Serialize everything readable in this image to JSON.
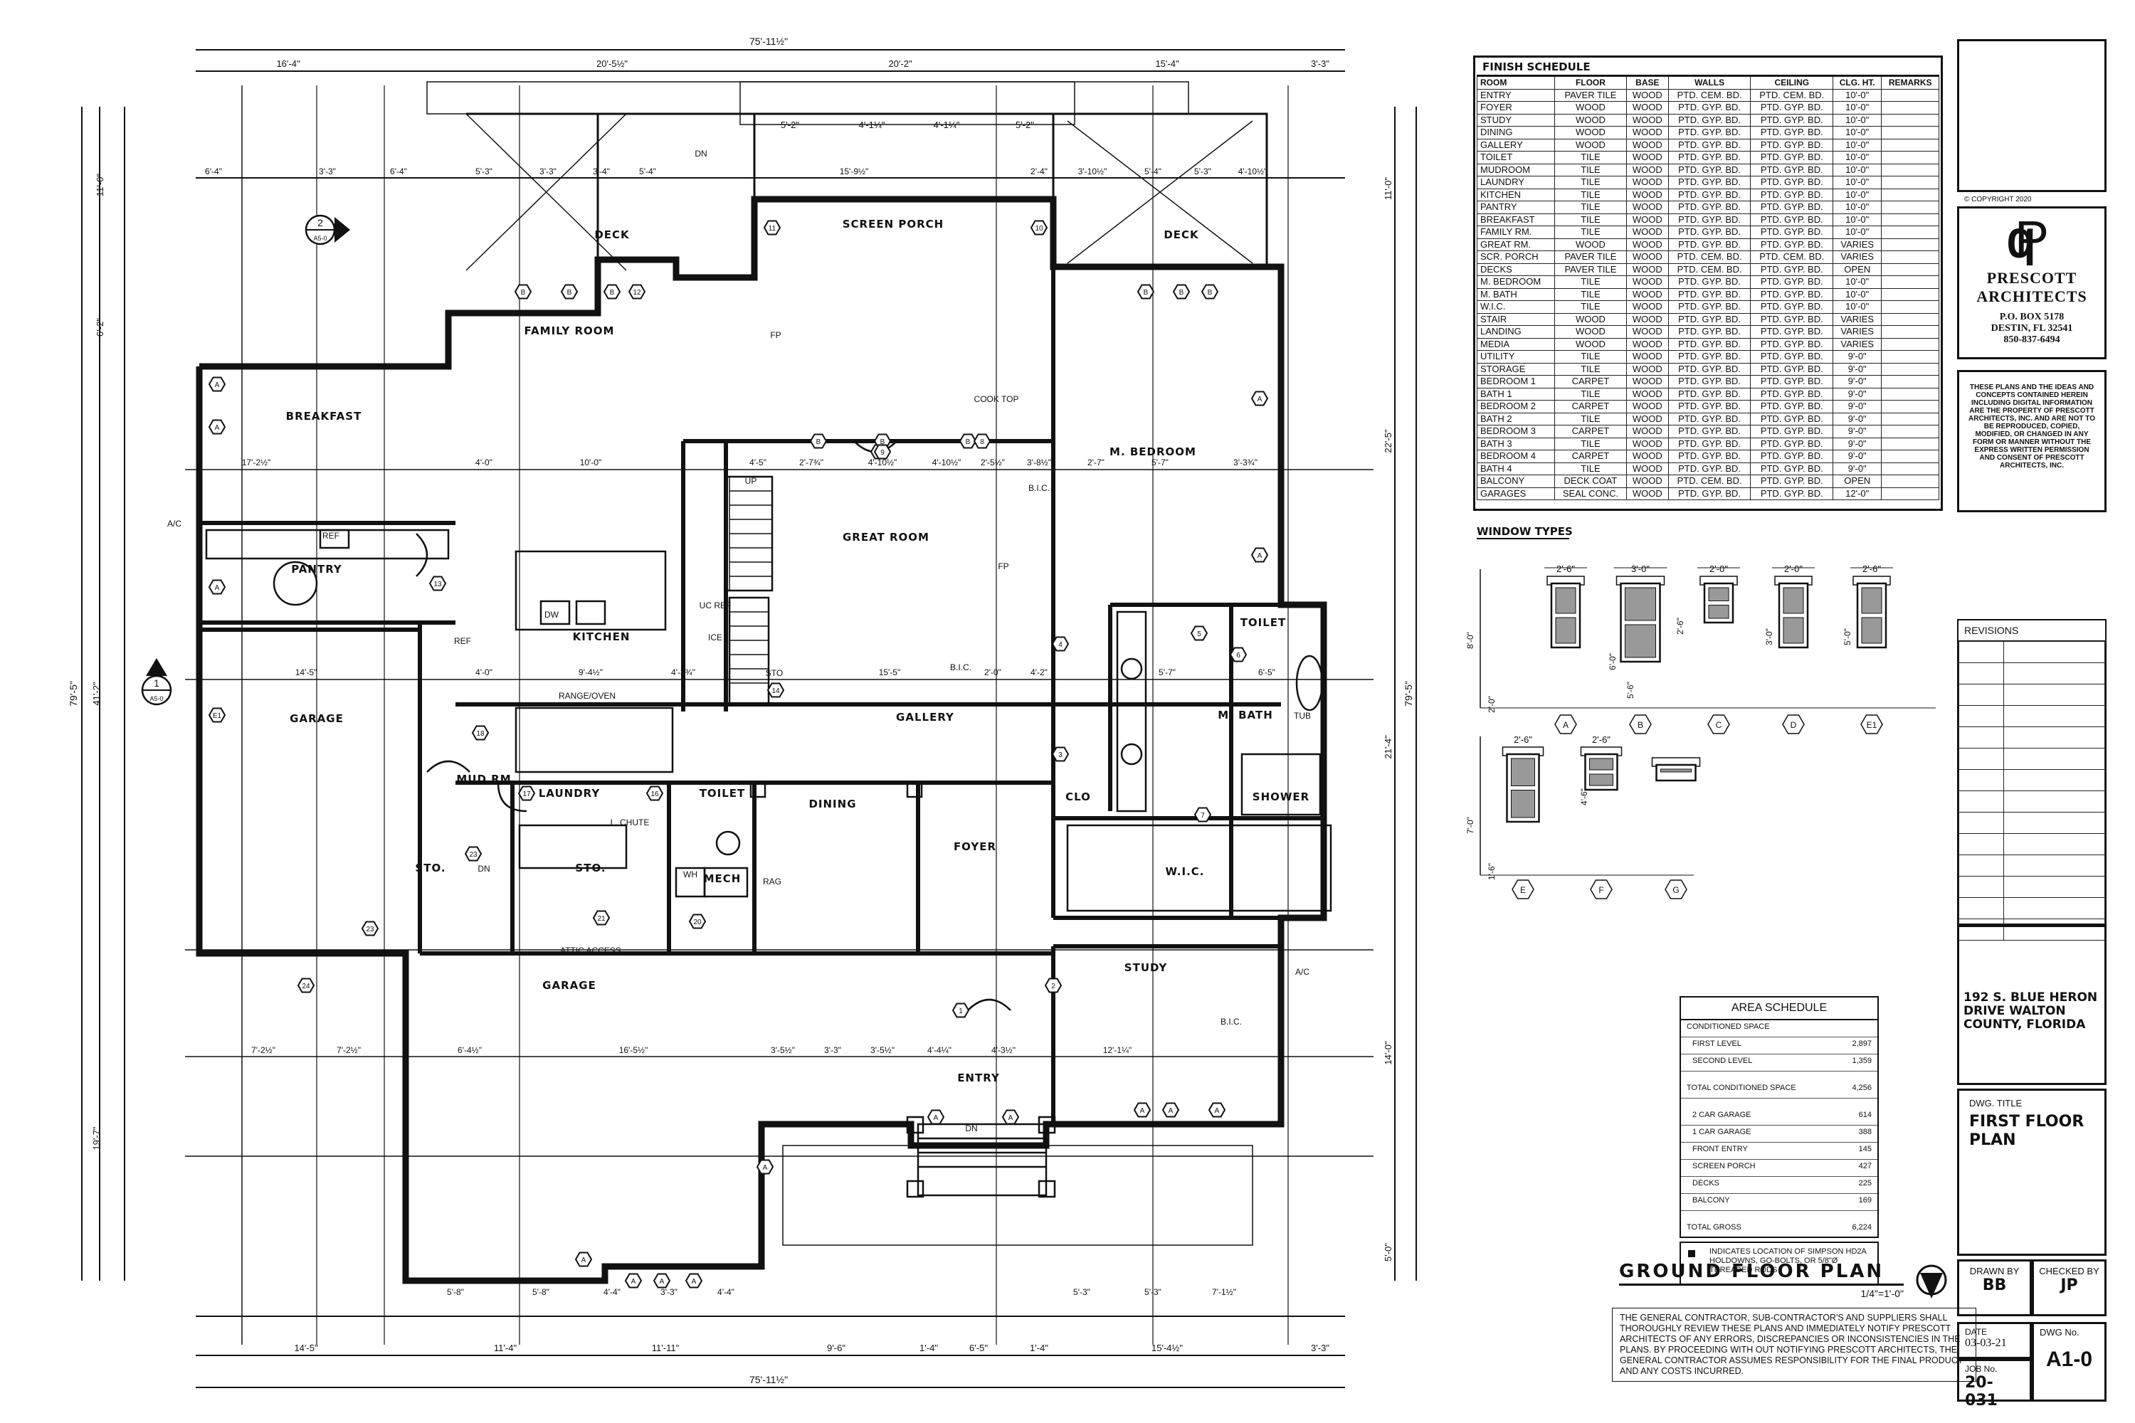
{
  "plan": {
    "title": "GROUND FLOOR PLAN",
    "scale": "1/4\"=1'-0\"",
    "overall_dim": "75'-11½\"",
    "overall_height": "79'-5\"",
    "rooms": [
      {
        "id": "screen-porch",
        "label": "SCREEN PORCH"
      },
      {
        "id": "deck-left",
        "label": "DECK"
      },
      {
        "id": "deck-right",
        "label": "DECK"
      },
      {
        "id": "family-room",
        "label": "FAMILY ROOM"
      },
      {
        "id": "breakfast",
        "label": "BREAKFAST"
      },
      {
        "id": "pantry",
        "label": "PANTRY"
      },
      {
        "id": "kitchen",
        "label": "KITCHEN"
      },
      {
        "id": "great-room",
        "label": "GREAT ROOM"
      },
      {
        "id": "m-bedroom",
        "label": "M. BEDROOM"
      },
      {
        "id": "toilet-upper",
        "label": "TOILET"
      },
      {
        "id": "m-bath",
        "label": "M. BATH"
      },
      {
        "id": "shower",
        "label": "SHOWER"
      },
      {
        "id": "wic",
        "label": "W.I.C."
      },
      {
        "id": "gallery",
        "label": "GALLERY"
      },
      {
        "id": "garage-left",
        "label": "GARAGE"
      },
      {
        "id": "mud-rm",
        "label": "MUD RM"
      },
      {
        "id": "laundry",
        "label": "LAUNDRY"
      },
      {
        "id": "toilet-lower",
        "label": "TOILET"
      },
      {
        "id": "dining",
        "label": "DINING"
      },
      {
        "id": "foyer",
        "label": "FOYER"
      },
      {
        "id": "clo",
        "label": "CLO"
      },
      {
        "id": "mech",
        "label": "MECH"
      },
      {
        "id": "sto-1",
        "label": "STO."
      },
      {
        "id": "sto-2",
        "label": "STO."
      },
      {
        "id": "garage-bottom",
        "label": "GARAGE"
      },
      {
        "id": "study",
        "label": "STUDY"
      },
      {
        "id": "entry",
        "label": "ENTRY"
      }
    ],
    "small_labels": {
      "ac1": "A/C",
      "ac2": "A/C",
      "ref1": "REF",
      "ref2": "REF",
      "dw": "DW",
      "fp1": "FP",
      "fp2": "FP",
      "cooktop": "COOK TOP",
      "bic1": "B.I.C.",
      "bic2": "B.I.C.",
      "bic3": "B.I.C.",
      "range": "RANGE/OVEN",
      "lchute": "L. CHUTE",
      "attic": "ATTIC ACCESS",
      "dn1": "DN",
      "dn2": "DN",
      "dn3": "DN",
      "up": "UP",
      "tub": "TUB",
      "wh": "WH",
      "rag": "RAG",
      "ice": "ICE",
      "ucref": "UC REF",
      "sto3": "STO"
    },
    "dims_top": [
      "16'-4\"",
      "20'-5½\"",
      "20'-2\"",
      "15'-4\"",
      "3'-3\""
    ],
    "dims_bottom": [
      "14'-5\"",
      "11'-4\"",
      "11'-11\"",
      "9'-6\"",
      "1'-4\"",
      "6'-5\"",
      "1'-4\"",
      "15'-4½\"",
      "3'-3\""
    ],
    "dims_row2": [
      "5'-2\"",
      "4'-1¼\"",
      "4'-1¼\"",
      "5'-2\""
    ],
    "dims_row3": [
      "6'-4\"",
      "3'-3\"",
      "6'-4\"",
      "5'-3\"",
      "3'-3\"",
      "3'-4\"",
      "5'-4\"",
      "15'-9½\"",
      "2'-4\"",
      "3'-10½\"",
      "5'-4\"",
      "5'-3\"",
      "4'-10½\""
    ],
    "dims_left": [
      "11'-0\"",
      "6'-2\"",
      "41'-2\"",
      "19'-7\""
    ],
    "dims_right": [
      "11'-0\"",
      "22'-5\"",
      "21'-4\"",
      "14'-0\"",
      "5'-0\""
    ],
    "dims_mid1": [
      "17'-2½\"",
      "4'-0\"",
      "10'-0\"",
      "4'-5\"",
      "2'-7¾\"",
      "4'-10½\"",
      "4'-10½\"",
      "2'-5½\"",
      "3'-8½\"",
      "2'-7\"",
      "5'-7\"",
      "3'-3¾\""
    ],
    "dims_mid2": [
      "14'-5\"",
      "4'-0\"",
      "9'-4½\"",
      "4'-3¾\"",
      "15'-5\"",
      "2'-0\"",
      "4'-2\"",
      "5'-7\"",
      "6'-5\""
    ],
    "dims_lower": [
      "7'-2½\"",
      "7'-2½\"",
      "6'-4½\"",
      "16'-5½\"",
      "3'-5½\"",
      "3'-3\"",
      "3'-5½\"",
      "4'-4¼\"",
      "4'-3½\"",
      "12'-1¼\""
    ],
    "dims_bottom2": [
      "5'-8\"",
      "5'-8\"",
      "4'-4\"",
      "3'-3\"",
      "4'-4\"",
      "5'-3\"",
      "5'-3\"",
      "7'-1½\""
    ],
    "section_marks": [
      {
        "num": "2",
        "sheet": "A5-0"
      },
      {
        "num": "1",
        "sheet": "A5-0"
      }
    ]
  },
  "finish_schedule": {
    "title": "FINISH SCHEDULE",
    "headers": [
      "ROOM",
      "FLOOR",
      "BASE",
      "WALLS",
      "CEILING",
      "CLG. HT.",
      "REMARKS"
    ],
    "rows": [
      [
        "ENTRY",
        "PAVER TILE",
        "WOOD",
        "PTD. CEM. BD.",
        "PTD. CEM. BD.",
        "10'-0\"",
        ""
      ],
      [
        "FOYER",
        "WOOD",
        "WOOD",
        "PTD. GYP. BD.",
        "PTD. GYP. BD.",
        "10'-0\"",
        ""
      ],
      [
        "STUDY",
        "WOOD",
        "WOOD",
        "PTD. GYP. BD.",
        "PTD. GYP. BD.",
        "10'-0\"",
        ""
      ],
      [
        "DINING",
        "WOOD",
        "WOOD",
        "PTD. GYP. BD.",
        "PTD. GYP. BD.",
        "10'-0\"",
        ""
      ],
      [
        "GALLERY",
        "WOOD",
        "WOOD",
        "PTD. GYP. BD.",
        "PTD. GYP. BD.",
        "10'-0\"",
        ""
      ],
      [
        "TOILET",
        "TILE",
        "WOOD",
        "PTD. GYP. BD.",
        "PTD. GYP. BD.",
        "10'-0\"",
        ""
      ],
      [
        "MUDROOM",
        "TILE",
        "WOOD",
        "PTD. GYP. BD.",
        "PTD. GYP. BD.",
        "10'-0\"",
        ""
      ],
      [
        "LAUNDRY",
        "TILE",
        "WOOD",
        "PTD. GYP. BD.",
        "PTD. GYP. BD.",
        "10'-0\"",
        ""
      ],
      [
        "KITCHEN",
        "TILE",
        "WOOD",
        "PTD. GYP. BD.",
        "PTD. GYP. BD.",
        "10'-0\"",
        ""
      ],
      [
        "PANTRY",
        "TILE",
        "WOOD",
        "PTD. GYP. BD.",
        "PTD. GYP. BD.",
        "10'-0\"",
        ""
      ],
      [
        "BREAKFAST",
        "TILE",
        "WOOD",
        "PTD. GYP. BD.",
        "PTD. GYP. BD.",
        "10'-0\"",
        ""
      ],
      [
        "FAMILY RM.",
        "TILE",
        "WOOD",
        "PTD. GYP. BD.",
        "PTD. GYP. BD.",
        "10'-0\"",
        ""
      ],
      [
        "GREAT RM.",
        "WOOD",
        "WOOD",
        "PTD. GYP. BD.",
        "PTD. GYP. BD.",
        "VARIES",
        ""
      ],
      [
        "SCR. PORCH",
        "PAVER TILE",
        "WOOD",
        "PTD. CEM. BD.",
        "PTD. CEM. BD.",
        "VARIES",
        ""
      ],
      [
        "DECKS",
        "PAVER TILE",
        "WOOD",
        "PTD. CEM. BD.",
        "PTD. GYP. BD.",
        "OPEN",
        ""
      ],
      [
        "M. BEDROOM",
        "TILE",
        "WOOD",
        "PTD. GYP. BD.",
        "PTD. GYP. BD.",
        "10'-0\"",
        ""
      ],
      [
        "M. BATH",
        "TILE",
        "WOOD",
        "PTD. GYP. BD.",
        "PTD. GYP. BD.",
        "10'-0\"",
        ""
      ],
      [
        "W.I.C.",
        "TILE",
        "WOOD",
        "PTD. GYP. BD.",
        "PTD. GYP. BD.",
        "10'-0\"",
        ""
      ],
      [
        "STAIR",
        "WOOD",
        "WOOD",
        "PTD. GYP. BD.",
        "PTD. GYP. BD.",
        "VARIES",
        ""
      ],
      [
        "LANDING",
        "WOOD",
        "WOOD",
        "PTD. GYP. BD.",
        "PTD. GYP. BD.",
        "VARIES",
        ""
      ],
      [
        "MEDIA",
        "WOOD",
        "WOOD",
        "PTD. GYP. BD.",
        "PTD. GYP. BD.",
        "VARIES",
        ""
      ],
      [
        "UTILITY",
        "TILE",
        "WOOD",
        "PTD. GYP. BD.",
        "PTD. GYP. BD.",
        "9'-0\"",
        ""
      ],
      [
        "STORAGE",
        "TILE",
        "WOOD",
        "PTD. GYP. BD.",
        "PTD. GYP. BD.",
        "9'-0\"",
        ""
      ],
      [
        "BEDROOM 1",
        "CARPET",
        "WOOD",
        "PTD. GYP. BD.",
        "PTD. GYP. BD.",
        "9'-0\"",
        ""
      ],
      [
        "BATH 1",
        "TILE",
        "WOOD",
        "PTD. GYP. BD.",
        "PTD. GYP. BD.",
        "9'-0\"",
        ""
      ],
      [
        "BEDROOM 2",
        "CARPET",
        "WOOD",
        "PTD. GYP. BD.",
        "PTD. GYP. BD.",
        "9'-0\"",
        ""
      ],
      [
        "BATH 2",
        "TILE",
        "WOOD",
        "PTD. GYP. BD.",
        "PTD. GYP. BD.",
        "9'-0\"",
        ""
      ],
      [
        "BEDROOM 3",
        "CARPET",
        "WOOD",
        "PTD. GYP. BD.",
        "PTD. GYP. BD.",
        "9'-0\"",
        ""
      ],
      [
        "BATH 3",
        "TILE",
        "WOOD",
        "PTD. GYP. BD.",
        "PTD. GYP. BD.",
        "9'-0\"",
        ""
      ],
      [
        "BEDROOM 4",
        "CARPET",
        "WOOD",
        "PTD. GYP. BD.",
        "PTD. GYP. BD.",
        "9'-0\"",
        ""
      ],
      [
        "BATH 4",
        "TILE",
        "WOOD",
        "PTD. GYP. BD.",
        "PTD. GYP. BD.",
        "9'-0\"",
        ""
      ],
      [
        "BALCONY",
        "DECK COAT",
        "WOOD",
        "PTD. CEM. BD.",
        "PTD. GYP. BD.",
        "OPEN",
        ""
      ],
      [
        "GARAGES",
        "SEAL CONC.",
        "WOOD",
        "PTD. GYP. BD.",
        "PTD. GYP. BD.",
        "12'-0\"",
        ""
      ]
    ]
  },
  "window_types": {
    "title": "WINDOW TYPES",
    "row1": [
      {
        "tag": "A",
        "width": "2'-6\""
      },
      {
        "tag": "B",
        "width": "3'-0\""
      },
      {
        "tag": "C",
        "width": "2'-0\""
      },
      {
        "tag": "D",
        "width": "2'-0\""
      },
      {
        "tag": "E1",
        "width": "2'-6\""
      }
    ],
    "row2": [
      {
        "tag": "E",
        "width": "2'-6\""
      },
      {
        "tag": "F",
        "width": "2'-6\""
      },
      {
        "tag": "G",
        "width": ""
      }
    ],
    "heights": [
      "8'-0\"",
      "2'-0\"",
      "6'-0\"",
      "5'-6\"",
      "2'-6\"",
      "3'-0\"",
      "5'-0\"",
      "7'-0\"",
      "4'-6\"",
      "1'-6\""
    ]
  },
  "area_schedule": {
    "title": "AREA SCHEDULE",
    "conditioned_label": "CONDITIONED SPACE",
    "rows_a": [
      [
        "FIRST LEVEL",
        "2,897"
      ],
      [
        "SECOND LEVEL",
        "1,359"
      ]
    ],
    "total_conditioned": [
      "TOTAL CONDITIONED SPACE",
      "4,256"
    ],
    "rows_b": [
      [
        "2 CAR GARAGE",
        "614"
      ],
      [
        "1 CAR GARAGE",
        "388"
      ],
      [
        "FRONT ENTRY",
        "145"
      ],
      [
        "SCREEN PORCH",
        "427"
      ],
      [
        "DECKS",
        "225"
      ],
      [
        "BALCONY",
        "169"
      ]
    ],
    "total_gross": [
      "TOTAL GROSS",
      "6,224"
    ],
    "note": "INDICATES LOCATION OF SIMPSON HD2A HOLDOWNS, GO-BOLTS, OR 5/8\"Ø THREADED RODS"
  },
  "disclaimer": "THE GENERAL CONTRACTOR, SUB-CONTRACTOR'S AND SUPPLIERS SHALL THOROUGHLY REVIEW THESE PLANS AND IMMEDIATELY NOTIFY PRESCOTT ARCHITECTS OF ANY ERRORS, DISCREPANCIES OR INCONSISTENCIES IN THE PLANS. BY PROCEEDING WITH OUT NOTIFYING PRESCOTT ARCHITECTS, THE GENERAL CONTRACTOR ASSUMES RESPONSIBILITY FOR THE FINAL PRODUCT AND ANY COSTS INCURRED.",
  "title_block": {
    "copyright": "© COPYRIGHT 2020",
    "firm_line1": "PRESCOTT",
    "firm_line2": "ARCHITECTS",
    "address1": "P.O. BOX 5178",
    "address2": "DESTIN, FL 32541",
    "phone": "850-837-6494",
    "legal": "THESE PLANS AND THE IDEAS AND CONCEPTS CONTAINED HEREIN INCLUDING DIGITAL INFORMATION ARE THE PROPERTY OF PRESCOTT ARCHITECTS, INC. AND ARE NOT TO BE REPRODUCED, COPIED, MODIFIED, OR CHANGED IN ANY FORM OR MANNER WITHOUT THE EXPRESS WRITTEN PERMISSION AND CONSENT OF PRESCOTT ARCHITECTS, INC.",
    "revisions": "REVISIONS",
    "project_address": "192 S. BLUE HERON DRIVE WALTON COUNTY, FLORIDA",
    "dwg_title_label": "DWG. TITLE",
    "dwg_title": "FIRST FLOOR PLAN",
    "drawn_by_label": "DRAWN BY",
    "drawn_by": "BB",
    "checked_by_label": "CHECKED BY",
    "checked_by": "JP",
    "date_label": "DATE",
    "date": "03-03-21",
    "dwg_no_label": "DWG No.",
    "dwg_no": "A1-0",
    "job_no_label": "JOB No.",
    "job_no": "20-031"
  }
}
